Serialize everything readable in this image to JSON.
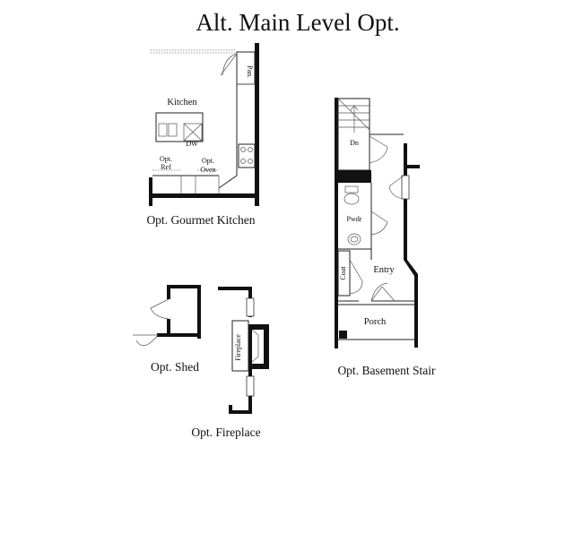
{
  "title": "Alt. Main Level Opt.",
  "captions": {
    "gourmet_kitchen": "Opt. Gourmet Kitchen",
    "shed": "Opt. Shed",
    "fireplace": "Opt. Fireplace",
    "basement_stair": "Opt. Basement Stair"
  },
  "room_labels": {
    "kitchen": "Kitchen",
    "pantry": "Pan.",
    "dishwasher": "DW",
    "ref_opt": "Opt.",
    "ref": "Ref",
    "oven_opt": "Opt.",
    "oven": "Oven",
    "fireplace": "Fireplace",
    "down": "Dn",
    "powder": "Pwdr",
    "coat": "Coat",
    "entry": "Entry",
    "porch": "Porch"
  }
}
